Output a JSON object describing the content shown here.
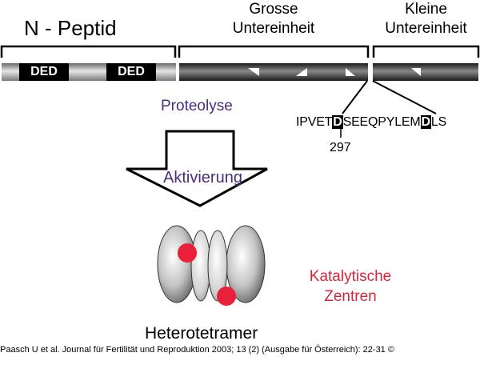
{
  "labels": {
    "n_peptid": "N - Peptid",
    "grosse_line1": "Grosse",
    "grosse_line2": "Untereinheit",
    "kleine_line1": "Kleine",
    "kleine_line2": "Untereinheit",
    "ded_1": "DED",
    "ded_2": "DED",
    "proteolyse": "Proteolyse",
    "sequence_prefix": "IPVET",
    "sequence_d1": "D",
    "sequence_middle": "SEEQPYLEM",
    "sequence_d2": "D",
    "sequence_suffix": "LS",
    "position_number": "297",
    "aktivierung": "Aktivierung",
    "katalytische_line1": "Katalytische",
    "katalytische_line2": "Zentren",
    "heterotetramer": "Heterotetramer",
    "citation": "Paasch U et al. Journal für Fertilität und Reproduktion 2003; 13 (2) (Ausgabe für Österreich): 22-31 ©"
  },
  "colors": {
    "purple_text": "#4b2c7f",
    "red_text": "#d9253a",
    "catalytic_dot": "#e8203a"
  }
}
